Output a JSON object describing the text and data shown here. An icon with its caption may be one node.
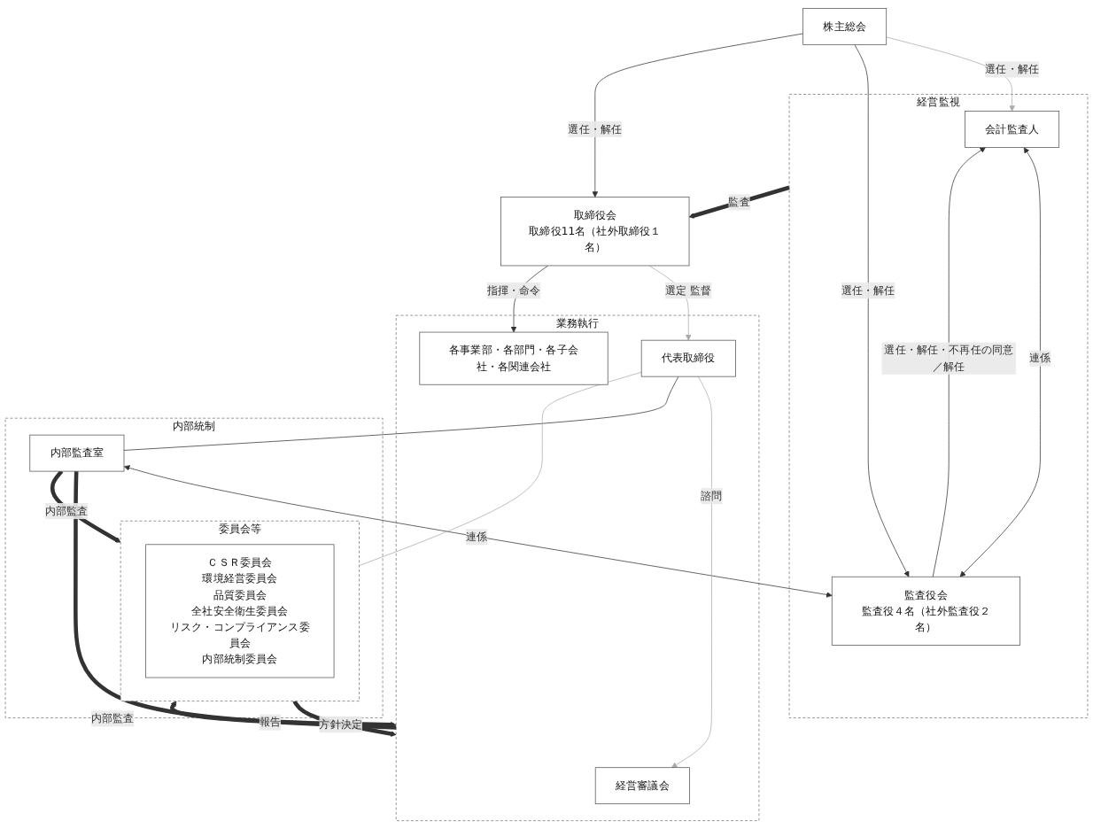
{
  "diagram": {
    "nodes": [
      {
        "text": [
          "株主総会"
        ]
      },
      {
        "text": [
          "経営監視"
        ]
      },
      {
        "text": [
          "会計監査人"
        ],
        "in": 1
      },
      {
        "text": [
          "監査役会",
          "監査役４名（社外監査役２名）"
        ],
        "in": 1
      },
      {
        "text": [
          "取締役会",
          "取締役11名（社外取締役１名）"
        ]
      },
      {
        "text": [
          "業務執行"
        ]
      },
      {
        "text": [
          "代表取締役"
        ],
        "in": 5
      },
      {
        "text": [
          "経営審議会"
        ],
        "in": 5
      },
      {
        "text": [
          "各事業部・各部門・各子会社・各関連会社"
        ],
        "in": 5
      },
      {
        "text": [
          "内部統制"
        ]
      },
      {
        "text": [
          "内部監査室"
        ],
        "in": 9
      },
      {
        "text": [
          "委員会等"
        ],
        "in": 9
      },
      {
        "text": [
          "ＣＳＲ委員会",
          "環境経営委員会",
          "品質委員会",
          "全社安全衛生委員会",
          "リスク・コンプライアンス委員会",
          "内部統制委員会"
        ],
        "in": 11
      }
    ],
    "edges": [
      {
        "from": 0,
        "to": 2,
        "arrow": "to",
        "label": "選任・解任",
        "color": "#aaaaaa"
      },
      {
        "from": 0,
        "to": 3,
        "arrow": "to",
        "label": "選任・解任"
      },
      {
        "from": 0,
        "to": 4,
        "arrow": "to",
        "label": "選任・解任"
      },
      {
        "from": 2,
        "to": 3,
        "arrow": "both",
        "label": "連係"
      },
      {
        "from": 3,
        "to": 2,
        "arrow": "to",
        "label": "選任・解任・不再任の同意／解任"
      },
      {
        "from": 1,
        "to": 4,
        "arrow": "to",
        "label": "監査",
        "style": "thick"
      },
      {
        "from": 10,
        "to": 3,
        "arrow": "both",
        "label": "連係"
      },
      {
        "from": 4,
        "to": 6,
        "arrow": "to",
        "label": "選定 監督",
        "color": "#aaaaaa"
      },
      {
        "from": 4,
        "to": 8,
        "arrow": "to",
        "label": "指揮・命令"
      },
      {
        "from": 6,
        "to": 7,
        "arrow": "to",
        "label": "諮問",
        "color": "#aaaaaa"
      },
      {
        "from": 6,
        "to": 11,
        "arrow": "none",
        "color": "#aaaaaa"
      },
      {
        "from": 6,
        "to": 10,
        "arrow": "none"
      },
      {
        "from": 10,
        "to": 5,
        "arrow": "to",
        "label": "内部監査",
        "style": "thick"
      },
      {
        "from": 10,
        "to": 11,
        "arrow": "to",
        "label": "内部監査",
        "style": "thick"
      },
      {
        "from": 11,
        "to": 5,
        "arrow": "to",
        "label": "方針決定",
        "style": "thick"
      },
      {
        "from": 5,
        "to": 11,
        "arrow": "to",
        "label": "報告",
        "style": "thick"
      }
    ]
  }
}
